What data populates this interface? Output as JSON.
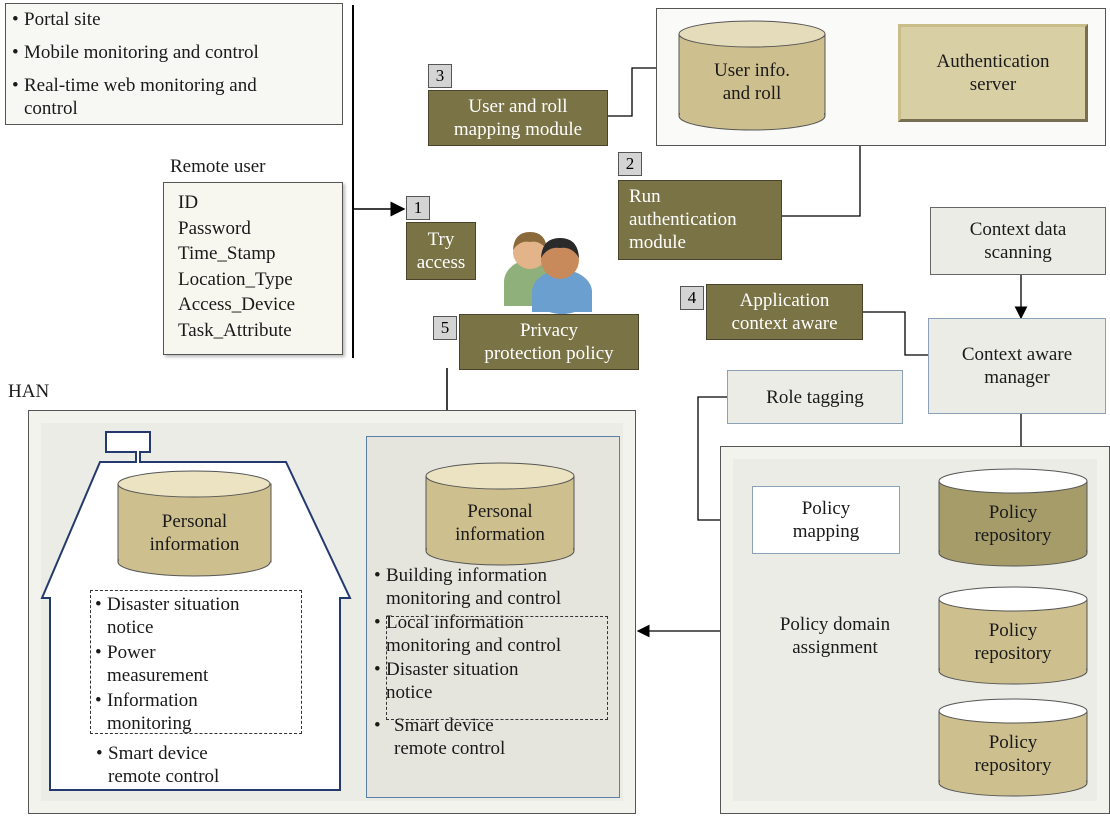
{
  "portal_list": [
    "Portal site",
    "Mobile monitoring and control",
    "Real-time web monitoring and\ncontrol"
  ],
  "remote_user": {
    "title": "Remote user",
    "fields": [
      "ID",
      "Password",
      "Time_Stamp",
      "Location_Type",
      "Access_Device",
      "Task_Attribute"
    ]
  },
  "steps": [
    {
      "num": "1",
      "label": "Try\naccess"
    },
    {
      "num": "2",
      "label": "Run\nauthentication\nmodule"
    },
    {
      "num": "3",
      "label": "User and roll\nmapping module"
    },
    {
      "num": "4",
      "label": "Application\ncontext aware"
    },
    {
      "num": "5",
      "label": "Privacy\nprotection policy"
    }
  ],
  "server": {
    "user_db": "User info.\nand roll",
    "auth_server": "Authentication\nserver"
  },
  "context": {
    "scanning": "Context data\nscanning",
    "manager": "Context aware\nmanager",
    "role_tagging": "Role tagging"
  },
  "policy": {
    "mapping": "Policy\nmapping",
    "domain": "Policy domain\nassignment",
    "repositories": [
      "Policy\nrepository",
      "Policy\nrepository",
      "Policy\nrepository"
    ]
  },
  "han": {
    "label": "HAN",
    "house_db": "Personal\ninformation",
    "house_notices": [
      "Disaster situation\nnotice",
      "Power\nmeasurement",
      "Information\nmonitoring"
    ],
    "house_extra": "Smart device\nremote control",
    "building_db": "Personal\ninformation",
    "building_items": [
      "Building information\nmonitoring and control",
      "Local information\nmonitoring and control",
      "Disaster situation\nnotice",
      "Smart device\nremote control"
    ]
  },
  "colors": {
    "olive": "#7a7345",
    "db_fill": "#cdbf8e",
    "dark_db": "#a59c6a",
    "light_panel": "#ecece6"
  }
}
